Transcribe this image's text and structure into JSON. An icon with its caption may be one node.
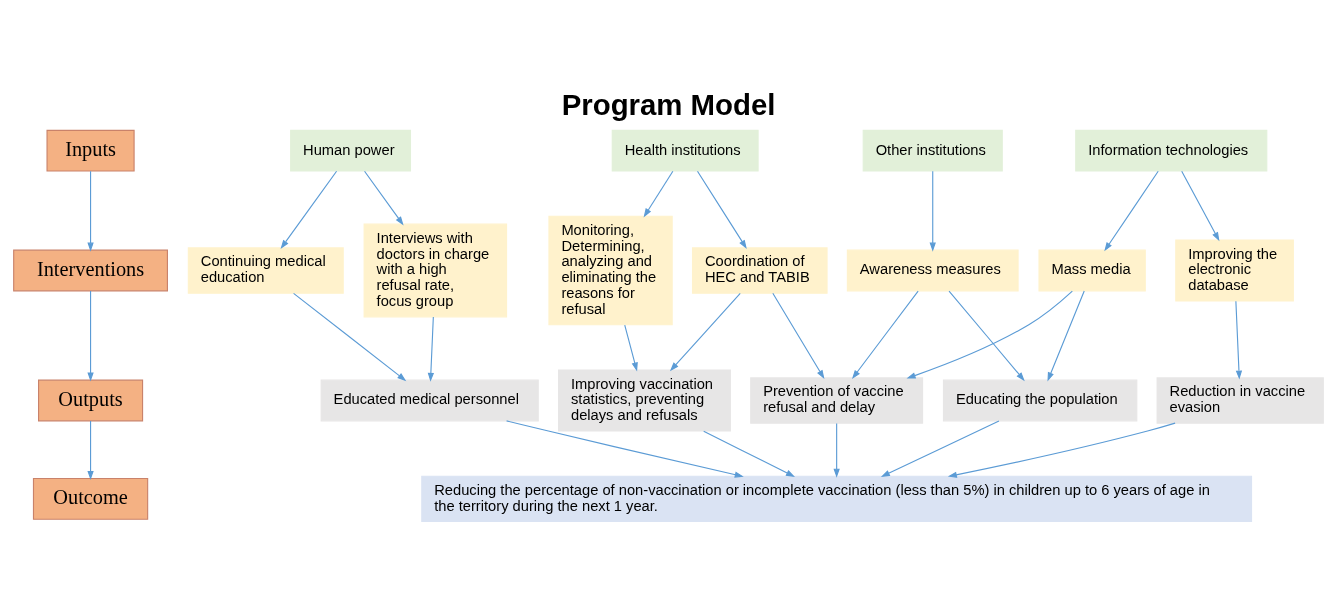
{
  "diagram": {
    "title": "Program Model",
    "nodes": [
      {
        "text": [
          "Inputs"
        ]
      },
      {
        "text": [
          "Interventions"
        ]
      },
      {
        "text": [
          "Outputs"
        ]
      },
      {
        "text": [
          "Outcome"
        ]
      },
      {
        "text": [
          "Human power"
        ]
      },
      {
        "text": [
          "Health institutions"
        ]
      },
      {
        "text": [
          "Other institutions"
        ]
      },
      {
        "text": [
          "Information technologies"
        ]
      },
      {
        "text": [
          "Continuing medical education"
        ]
      },
      {
        "text": [
          "Interviews with doctors in charge with a high refusal rate, focus group"
        ]
      },
      {
        "text": [
          "Monitoring, Determining, analyzing and eliminating the reasons for refusal"
        ]
      },
      {
        "text": [
          "Coordination of HEC and TABIB"
        ]
      },
      {
        "text": [
          "Mass media"
        ]
      },
      {
        "text": [
          "Awareness measures"
        ]
      },
      {
        "text": [
          "Improving the electronic database"
        ]
      },
      {
        "text": [
          "Educated medical personnel"
        ]
      },
      {
        "text": [
          "Improving vaccination statistics, preventing delays and refusals"
        ]
      },
      {
        "text": [
          "Prevention of vaccine refusal and delay"
        ]
      },
      {
        "text": [
          "Educating the population"
        ]
      },
      {
        "text": [
          "Reduction in vaccine evasion"
        ]
      },
      {
        "text": [
          "Reducing the percentage of non-vaccination or incomplete vaccination (less than 5%) in children up to 6 years of age in the territory during the next 1 year."
        ]
      }
    ],
    "edges": [
      {
        "from": 0,
        "to": 1,
        "arrow": "to"
      },
      {
        "from": 1,
        "to": 2,
        "arrow": "to"
      },
      {
        "from": 2,
        "to": 3,
        "arrow": "to"
      },
      {
        "from": 4,
        "to": 8,
        "arrow": "to"
      },
      {
        "from": 4,
        "to": 9,
        "arrow": "to"
      },
      {
        "from": 5,
        "to": 10,
        "arrow": "to"
      },
      {
        "from": 5,
        "to": 11,
        "arrow": "to"
      },
      {
        "from": 6,
        "to": 13,
        "arrow": "to"
      },
      {
        "from": 7,
        "to": 12,
        "arrow": "to"
      },
      {
        "from": 7,
        "to": 14,
        "arrow": "to"
      },
      {
        "from": 8,
        "to": 15,
        "arrow": "to"
      },
      {
        "from": 9,
        "to": 15,
        "arrow": "to"
      },
      {
        "from": 10,
        "to": 16,
        "arrow": "to"
      },
      {
        "from": 11,
        "to": 16,
        "arrow": "to"
      },
      {
        "from": 11,
        "to": 17,
        "arrow": "to"
      },
      {
        "from": 13,
        "to": 17,
        "arrow": "to"
      },
      {
        "from": 12,
        "to": 17,
        "arrow": "to"
      },
      {
        "from": 13,
        "to": 18,
        "arrow": "to"
      },
      {
        "from": 12,
        "to": 18,
        "arrow": "to"
      },
      {
        "from": 14,
        "to": 19,
        "arrow": "to"
      },
      {
        "from": 15,
        "to": 20,
        "arrow": "to"
      },
      {
        "from": 16,
        "to": 20,
        "arrow": "to"
      },
      {
        "from": 17,
        "to": 20,
        "arrow": "to"
      },
      {
        "from": 18,
        "to": 20,
        "arrow": "to"
      },
      {
        "from": 19,
        "to": 20,
        "arrow": "to"
      }
    ]
  }
}
